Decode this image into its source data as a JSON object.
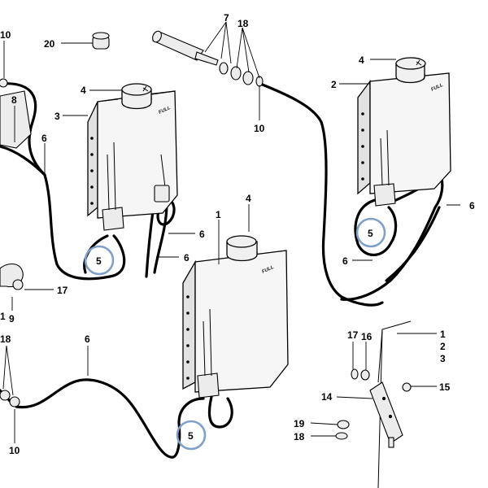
{
  "tank_label": "FULL",
  "highlight_color": "#7fa0c8",
  "callouts": {
    "c20": "20",
    "c7": "7",
    "c18_top": "18",
    "c10_top": "10",
    "c10_topleft": "10",
    "c8": "8",
    "c4_a": "4",
    "c3": "3",
    "c6_a": "6",
    "c5_a": "5",
    "c4_b": "4",
    "c2": "2",
    "c6_b": "6",
    "c5_b": "5",
    "c6_c": "6",
    "c6_d": "6",
    "c6_e": "6",
    "c1": "1",
    "c4_c": "4",
    "c17_left": "17",
    "c1_left": "1",
    "c9": "9",
    "c18_left": "18",
    "c10_bottomleft": "10",
    "c6_f": "6",
    "c5_c": "5",
    "c17_right": "17",
    "c16": "16",
    "c1_right": "1",
    "c2_right": "2",
    "c3_right": "3",
    "c14": "14",
    "c15": "15",
    "c19": "19",
    "c18_right": "18"
  }
}
